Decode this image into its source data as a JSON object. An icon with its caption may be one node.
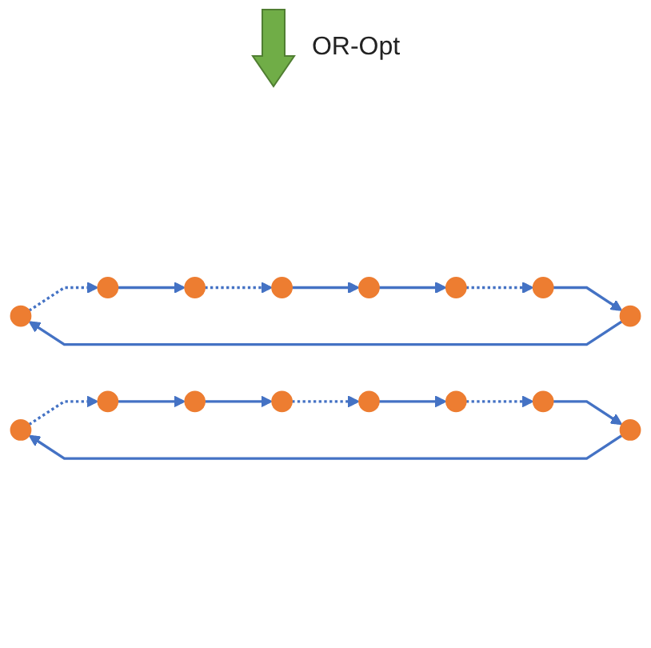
{
  "diagram": {
    "nodes": [
      {
        "text": [],
        "shape": "circle"
      },
      {
        "text": [],
        "shape": "circle"
      },
      {
        "text": [],
        "shape": "circle"
      },
      {
        "text": [],
        "shape": "circle"
      },
      {
        "text": [],
        "shape": "circle"
      },
      {
        "text": [],
        "shape": "circle"
      },
      {
        "text": [],
        "shape": "circle"
      },
      {
        "text": [],
        "shape": "circle"
      },
      {
        "text": [],
        "shape": "circle"
      },
      {
        "text": [],
        "shape": "circle"
      },
      {
        "text": [],
        "shape": "circle"
      },
      {
        "text": [],
        "shape": "circle"
      },
      {
        "text": [],
        "shape": "circle"
      },
      {
        "text": [],
        "shape": "circle"
      },
      {
        "text": [],
        "shape": "circle"
      },
      {
        "text": [],
        "shape": "circle"
      }
    ],
    "edges": [
      {
        "from": 4,
        "to": 0,
        "arrow": "to"
      },
      {
        "from": 0,
        "to": 3,
        "arrow": "to",
        "style": "dashed"
      },
      {
        "from": 3,
        "to": 2,
        "arrow": "to"
      },
      {
        "from": 2,
        "to": 1,
        "arrow": "to",
        "style": "dashed"
      },
      {
        "from": 1,
        "to": 5,
        "arrow": "to"
      },
      {
        "from": 5,
        "to": 7,
        "arrow": "to"
      },
      {
        "from": 7,
        "to": 6,
        "arrow": "to",
        "style": "dashed"
      },
      {
        "from": 6,
        "to": 4,
        "arrow": "to"
      },
      {
        "from": 12,
        "to": 8,
        "arrow": "to"
      },
      {
        "from": 8,
        "to": 9,
        "arrow": "to",
        "style": "dashed"
      },
      {
        "from": 9,
        "to": 13,
        "arrow": "to"
      },
      {
        "from": 13,
        "to": 15,
        "arrow": "to"
      },
      {
        "from": 15,
        "to": 11,
        "arrow": "to",
        "style": "dashed"
      },
      {
        "from": 11,
        "to": 10,
        "arrow": "to"
      },
      {
        "from": 10,
        "to": 14,
        "arrow": "to",
        "style": "dashed"
      },
      {
        "from": 14,
        "to": 12,
        "arrow": "to"
      }
    ],
    "labels": [
      "OR-Opt"
    ]
  }
}
